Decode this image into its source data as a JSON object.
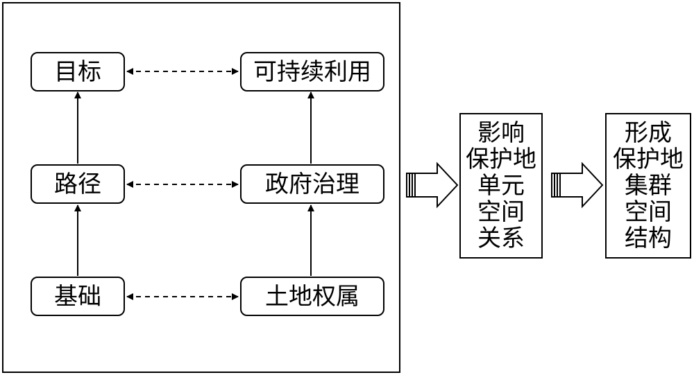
{
  "left_panel": {
    "goal": "目标",
    "sustainable_use": "可持续利用",
    "path": "路径",
    "gov_governance": "政府治理",
    "foundation": "基础",
    "land_ownership": "土地权属"
  },
  "middle_box": {
    "lines": [
      "影响",
      "保护地",
      "单元",
      "空间",
      "关系"
    ]
  },
  "right_box": {
    "lines": [
      "形成",
      "保护地",
      "集群",
      "空间",
      "结构"
    ]
  }
}
